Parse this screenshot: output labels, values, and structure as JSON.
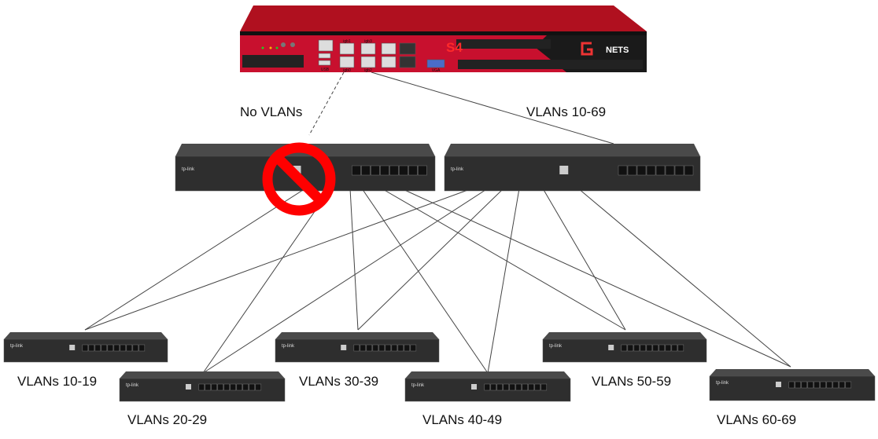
{
  "firewall": {
    "model_label": "S4",
    "brand_label": "NETS",
    "port_labels": [
      "igb0",
      "igb1",
      "igb2",
      "igb3",
      "USB",
      "VGA"
    ]
  },
  "core_switches": [
    {
      "brand": "tp-link",
      "uplink": "No VLANs",
      "blocked": true
    },
    {
      "brand": "tp-link",
      "uplink": "VLANs 10-69",
      "blocked": false
    }
  ],
  "access_switches": [
    {
      "label": "VLANs 10-19"
    },
    {
      "label": "VLANs 20-29"
    },
    {
      "label": "VLANs 30-39"
    },
    {
      "label": "VLANs 40-49"
    },
    {
      "label": "VLANs 50-59"
    },
    {
      "label": "VLANs 60-69"
    }
  ],
  "colors": {
    "firewall": "#c8102e",
    "prohibited": "#ff0000",
    "switch": "#3a3a3a"
  }
}
